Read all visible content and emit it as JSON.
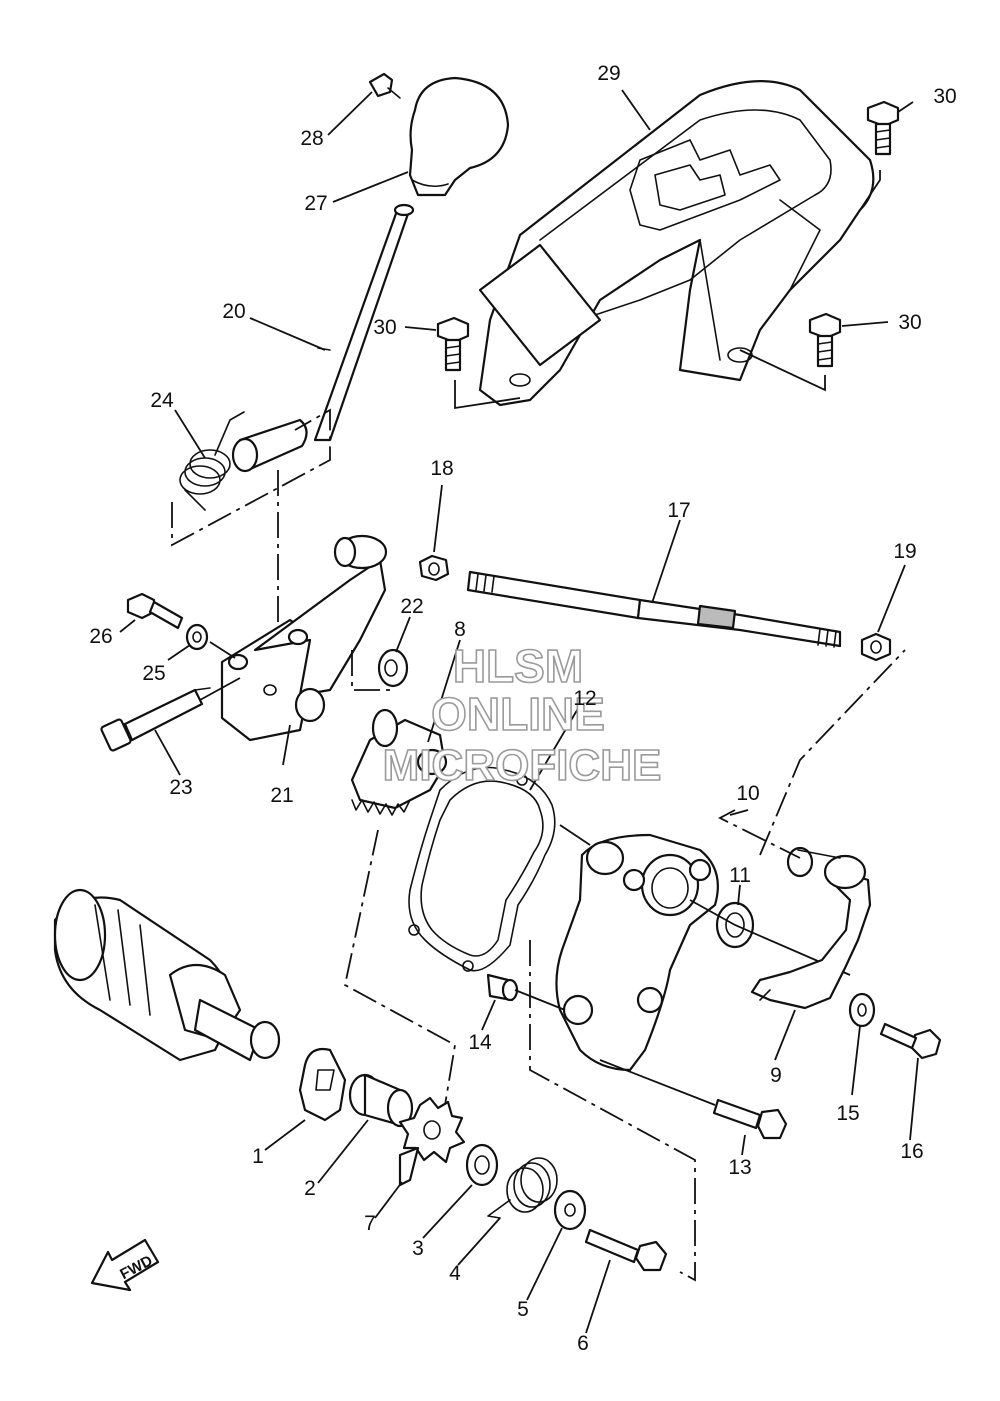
{
  "diagram": {
    "callouts": {
      "c1": "1",
      "c2": "2",
      "c3": "3",
      "c4": "4",
      "c5": "5",
      "c6": "6",
      "c7": "7",
      "c8": "8",
      "c9": "9",
      "c10": "10",
      "c11": "11",
      "c12": "12",
      "c13": "13",
      "c14": "14",
      "c15": "15",
      "c16": "16",
      "c17": "17",
      "c18": "18",
      "c19": "19",
      "c20": "20",
      "c21": "21",
      "c22": "22",
      "c23": "23",
      "c24": "24",
      "c25": "25",
      "c26": "26",
      "c27": "27",
      "c28": "28",
      "c29": "29",
      "c30a": "30",
      "c30b": "30",
      "c30c": "30"
    },
    "watermark": {
      "line1": "HLSM",
      "line2": "ONLINE",
      "line3": "MICROFICHE"
    },
    "direction_label": "FWD"
  }
}
